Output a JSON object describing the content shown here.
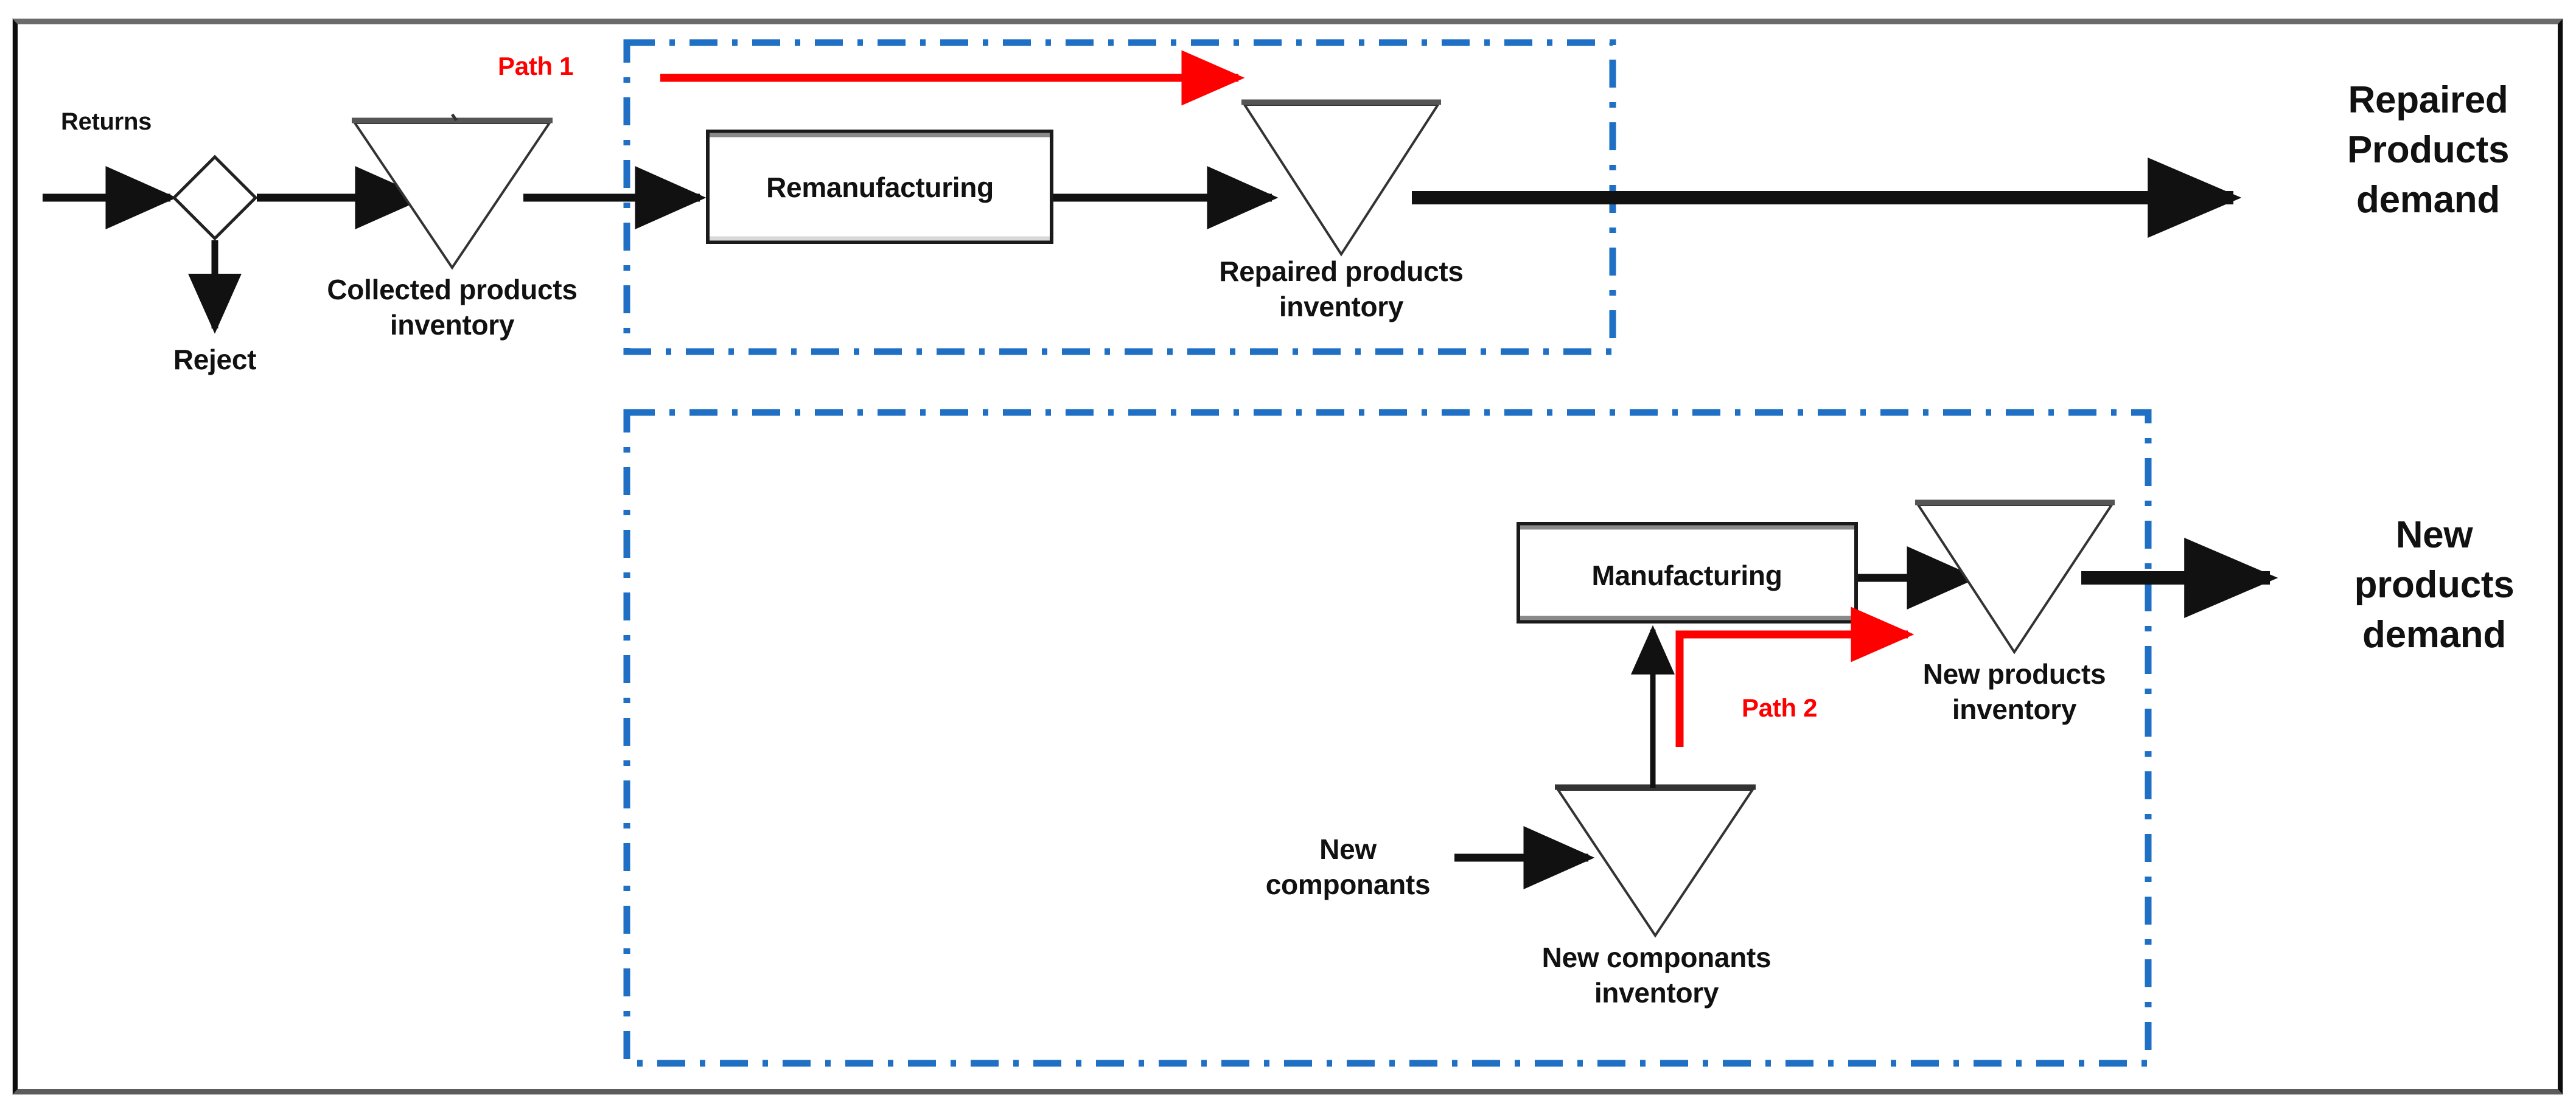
{
  "diagram": {
    "title": "Closed-loop supply chain: remanufacturing and manufacturing paths",
    "colors": {
      "frame_border": "#0d0d0d",
      "frame_top": "#6b6b6b",
      "dashed_box": "#1f6fc4",
      "path_accent": "#ff0000",
      "flow_line": "#111111",
      "text": "#111111",
      "node_fill": "#ffffff"
    },
    "inputs": [
      {
        "id": "returns",
        "label": "Returns"
      },
      {
        "id": "new-componants",
        "label": "New\ncomponants",
        "line1": "New",
        "line2": "componants"
      }
    ],
    "outputs": [
      {
        "id": "repaired-products-demand",
        "line1": "Repaired",
        "line2": "Products",
        "line3": "demand"
      },
      {
        "id": "new-products-demand",
        "line1": "New",
        "line2": "products",
        "line3": "demand"
      }
    ],
    "decision_nodes": [
      {
        "id": "inspection-diamond",
        "label": "",
        "reject_label": "Reject"
      }
    ],
    "process_boxes": [
      {
        "id": "remanufacturing",
        "label": "Remanufacturing"
      },
      {
        "id": "manufacturing",
        "label": "Manufacturing"
      }
    ],
    "inventory_triangles": [
      {
        "id": "collected-products-inventory",
        "line1": "Collected products",
        "line2": "inventory"
      },
      {
        "id": "repaired-products-inventory",
        "line1": "Repaired products",
        "line2": "inventory"
      },
      {
        "id": "new-products-inventory",
        "line1": "New products",
        "line2": "inventory"
      },
      {
        "id": "new-componants-inventory",
        "line1": "New componants",
        "line2": "inventory"
      }
    ],
    "paths": [
      {
        "id": "path-1",
        "label": "Path 1",
        "color": "#ff0000"
      },
      {
        "id": "path-2",
        "label": "Path 2",
        "color": "#ff0000"
      }
    ],
    "dashed_regions": [
      {
        "id": "remanufacturing-region",
        "style": "dash-dot",
        "color": "#1f6fc4"
      },
      {
        "id": "manufacturing-region",
        "style": "dash-dot",
        "color": "#1f6fc4"
      }
    ],
    "labels": {
      "returns": "Returns",
      "reject": "Reject",
      "collected_products_l1": "Collected products",
      "collected_products_l2": "inventory",
      "remanufacturing": "Remanufacturing",
      "repaired_products_inv_l1": "Repaired products",
      "repaired_products_inv_l2": "inventory",
      "repaired_demand_l1": "Repaired",
      "repaired_demand_l2": "Products",
      "repaired_demand_l3": "demand",
      "path1": "Path 1",
      "path2": "Path 2",
      "manufacturing": "Manufacturing",
      "new_products_inv_l1": "New products",
      "new_products_inv_l2": "inventory",
      "new_demand_l1": "New",
      "new_demand_l2": "products",
      "new_demand_l3": "demand",
      "new_componants_l1": "New",
      "new_componants_l2": "componants",
      "new_componants_inv_l1": "New componants",
      "new_componants_inv_l2": "inventory"
    }
  }
}
